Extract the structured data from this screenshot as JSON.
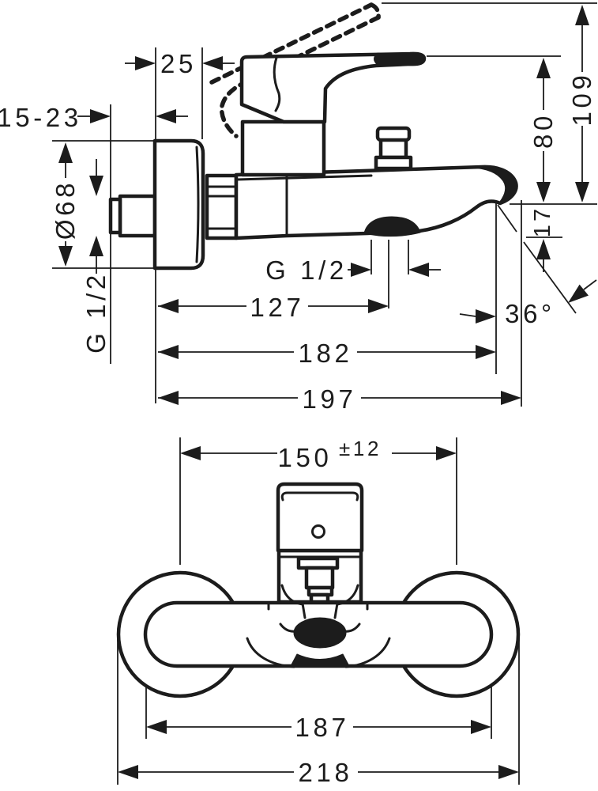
{
  "drawing": {
    "colors": {
      "line": "#1c1c1c",
      "background": "#ffffff"
    },
    "side_view": {
      "escutcheon_depth": "25",
      "wall_distance_range": "15-23",
      "escutcheon_diameter": "Ø68",
      "wall_thread": "G 1/2",
      "outlet_thread": "G 1/2",
      "wall_to_outlet": "127",
      "wall_to_tip": "182",
      "total_projection": "197",
      "height_to_handle": "80",
      "height_overall": "109",
      "tip_drop": "17",
      "spout_angle": "36°"
    },
    "front_view": {
      "connection_distance": "150",
      "connection_tolerance": "±12",
      "body_width": "187",
      "overall_width": "218"
    }
  }
}
